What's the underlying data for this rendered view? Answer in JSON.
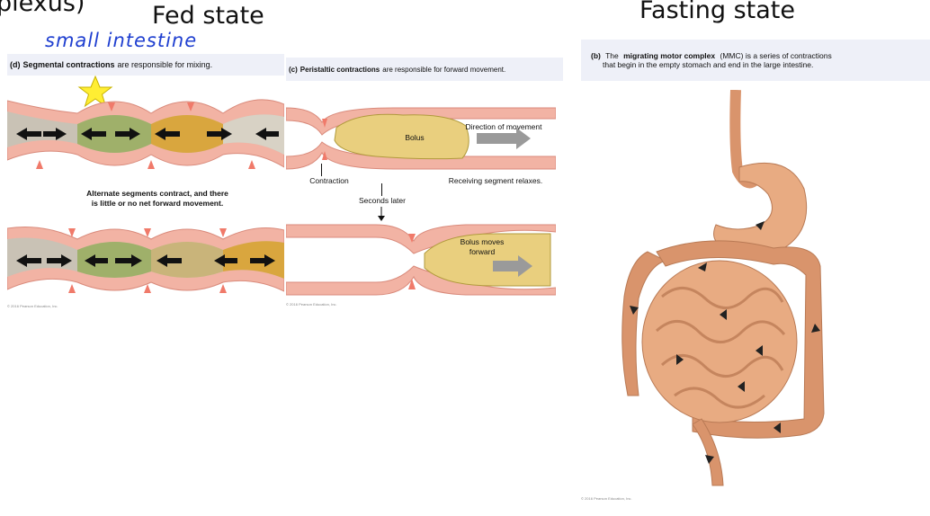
{
  "header": {
    "top_left_fragment": "plexus)",
    "fed_state": "Fed state",
    "fasting_state": "Fasting state"
  },
  "annotation": {
    "handwritten": "small intestine"
  },
  "panel_d": {
    "letter": "(d)",
    "title_bold": "Segmental contractions",
    "title_rest": "are responsible for mixing.",
    "mid_text_line1": "Alternate segments contract, and there",
    "mid_text_line2": "is little or no net forward movement.",
    "credit": "© 2016 Pearson Education, Inc."
  },
  "panel_c": {
    "letter": "(c)",
    "title_bold": "Peristaltic contractions",
    "title_rest": "are responsible for forward movement.",
    "bolus": "Bolus",
    "direction": "Direction of movement",
    "contraction": "Contraction",
    "receiving": "Receiving segment relaxes.",
    "seconds_later": "Seconds later",
    "bolus_moves_line1": "Bolus moves",
    "bolus_moves_line2": "forward",
    "credit": "© 2016 Pearson Education, Inc."
  },
  "panel_b": {
    "letter": "(b)",
    "line1_pre": "The",
    "line1_bold": "migrating motor complex",
    "line1_post": "(MMC) is a series of contractions",
    "line2": "that begin in the empty stomach and end in the large intestine.",
    "credit": "© 2016 Pearson Education, Inc."
  },
  "colors": {
    "gut_wall": "#f2b3a4",
    "gut_wall_line": "#d98a7b",
    "arrow_red": "#f07a6a",
    "bolus": "#e9cf7e",
    "caption_bg": "#eef0f8",
    "handwriting": "#1f3fd0",
    "star": "#ffee33",
    "organ": "#d9946c"
  }
}
